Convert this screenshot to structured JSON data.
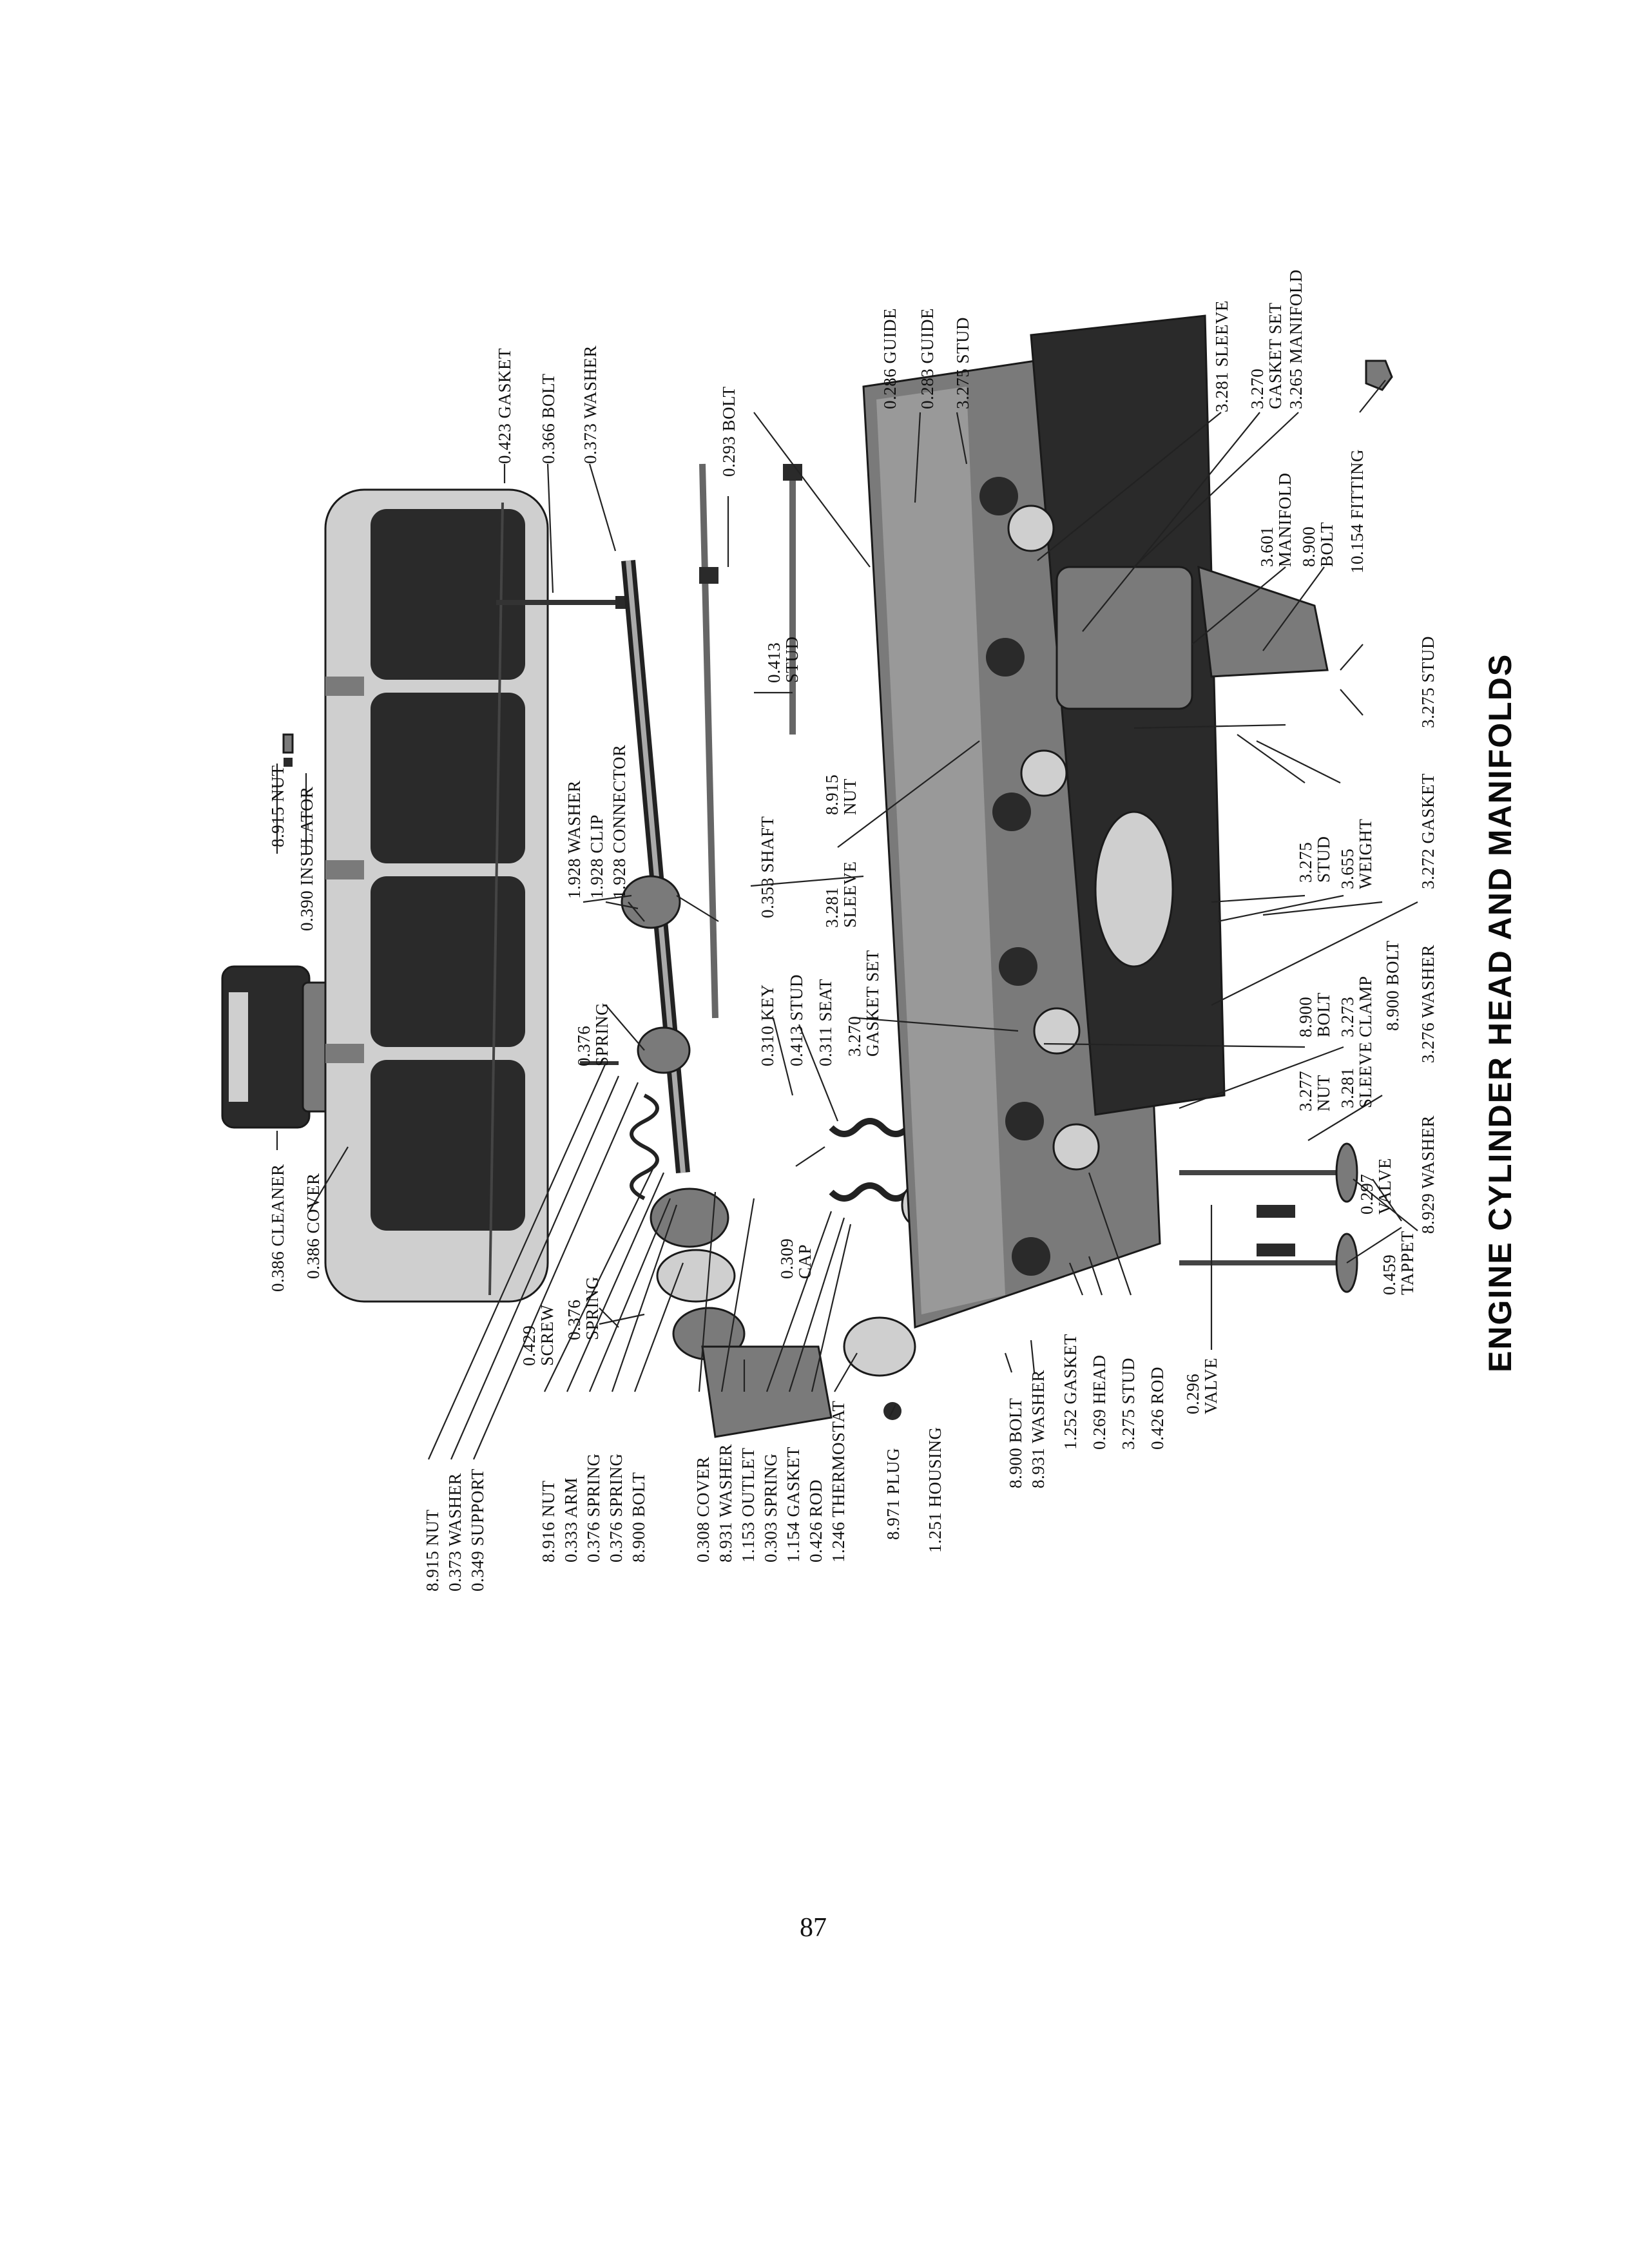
{
  "page": {
    "title": "ENGINE CYLINDER HEAD AND MANIFOLDS",
    "page_number": "87"
  },
  "labels": {
    "cleaner": "0.386 CLEANER",
    "cover_386": "0.386 COVER",
    "nut_8915_top": "8.915 NUT",
    "insulator": "0.390 INSULATOR",
    "gasket_423": "0.423 GASKET",
    "bolt_366": "0.366 BOLT",
    "washer_373_top": "0.373 WASHER",
    "bolt_293": "0.293 BOLT",
    "guide_286": "0.286 GUIDE",
    "guide_283": "0.283 GUIDE",
    "stud_3275_top": "3.275 STUD",
    "sleeve_3281_top": "3.281 SLEEVE",
    "gasketset_3270_top_a": "3.270",
    "gasketset_3270_top_b": "GASKET SET",
    "manifold_3265": "3.265 MANIFOLD",
    "manifold_3601_a": "3.601",
    "manifold_3601_b": "MANIFOLD",
    "bolt_8900_top_a": "8.900",
    "bolt_8900_top_b": "BOLT",
    "fitting": "10.154 FITTING",
    "stud_413_top_a": "0.413",
    "stud_413_top_b": "STUD",
    "washer_1928": "1.928 WASHER",
    "clip_1928": "1.928 CLIP",
    "connector_1928": "1.928 CONNECTOR",
    "nut_8915_mid_a": "8.915",
    "nut_8915_mid_b": "NUT",
    "shaft_353": "0.353 SHAFT",
    "sleeve_3281_mid_a": "3.281",
    "sleeve_3281_mid_b": "SLEEVE",
    "spring_376_top_a": "0.376",
    "spring_376_top_b": "SPRING",
    "key_310": "0.310 KEY",
    "stud_413_mid": "0.413 STUD",
    "seat_311": "0.311 SEAT",
    "gasketset_3270_mid_a": "3.270",
    "gasketset_3270_mid_b": "GASKET SET",
    "stud_3275_right": "3.275 STUD",
    "gasket_3272": "3.272 GASKET",
    "stud_3275_mid_a": "3.275",
    "stud_3275_mid_b": "STUD",
    "weight_3655_a": "3.655",
    "weight_3655_b": "WEIGHT",
    "bolt_8900_mid_a": "8.900",
    "bolt_8900_mid_b": "BOLT",
    "clamp_3273_a": "3.273",
    "clamp_3273_b": "CLAMP",
    "bolt_8900_right": "8.900 BOLT",
    "washer_3276": "3.276 WASHER",
    "nut_3277_a": "3.277",
    "nut_3277_b": "NUT",
    "sleeve_3281_low_a": "3.281",
    "sleeve_3281_low_b": "SLEEVE",
    "washer_8929": "8.929 WASHER",
    "valve_297_a": "0.297",
    "valve_297_b": "VALVE",
    "tappet_459_a": "0.459",
    "tappet_459_b": "TAPPET",
    "cap_309_a": "0.309",
    "cap_309_b": "CAP",
    "screw_429_a": "0.429",
    "screw_429_b": "SCREW",
    "spring_376_low_a": "0.376",
    "spring_376_low_b": "SPRING",
    "nut_8915_left": "8.915 NUT",
    "washer_373_left": "0.373 WASHER",
    "support_349": "0.349 SUPPORT",
    "nut_8916": "8.916 NUT",
    "arm_333": "0.333 ARM",
    "spring_376_a": "0.376 SPRING",
    "spring_376_b": "0.376 SPRING",
    "bolt_8900_left": "8.900 BOLT",
    "cover_308": "0.308 COVER",
    "washer_8931_left": "8.931 WASHER",
    "outlet_1153": "1.153 OUTLET",
    "spring_303": "0.303 SPRING",
    "gasket_1154": "1.154 GASKET",
    "rod_426_left": "0.426 ROD",
    "thermostat_1246": "1.246 THERMOSTAT",
    "plug_8971": "8.971 PLUG",
    "housing_1251": "1.251 HOUSING",
    "bolt_8900_low": "8.900 BOLT",
    "washer_8931_low": "8.931 WASHER",
    "gasket_1252": "1.252 GASKET",
    "head_269": "0.269 HEAD",
    "stud_3275_low": "3.275 STUD",
    "rod_426_low": "0.426 ROD",
    "valve_296_a": "0.296",
    "valve_296_b": "VALVE"
  }
}
